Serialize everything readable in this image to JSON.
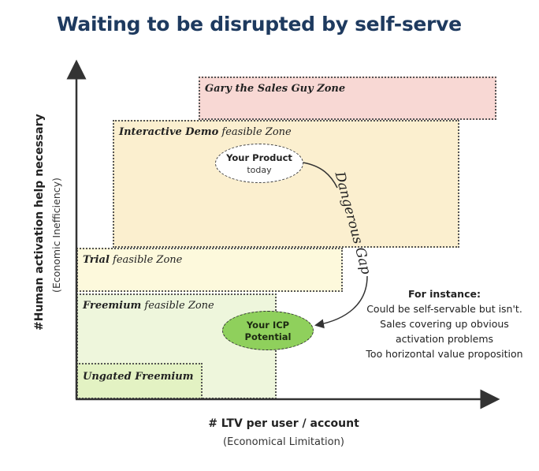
{
  "title": "Waiting to be disrupted by self-serve",
  "zones": {
    "gary": {
      "bold": "Gary the Sales Guy Zone",
      "rest": "",
      "fill": "#f8d8d4"
    },
    "interactive": {
      "bold": "Interactive Demo",
      "rest": " feasible Zone",
      "fill": "#fbefcf"
    },
    "trial": {
      "bold": "Trial",
      "rest": " feasible Zone",
      "fill": "#fdf9dc"
    },
    "freemium": {
      "bold": "Freemium",
      "rest": " feasible Zone",
      "fill": "#eef6dc"
    },
    "ungated": {
      "bold": "Ungated Freemium",
      "rest": "",
      "fill": "#e3f2c3"
    }
  },
  "your_product": {
    "line1": "Your Product",
    "line2": "today"
  },
  "icp": {
    "line1": "Your ICP",
    "line2": "Potential",
    "fill": "#8fd05c"
  },
  "gap_label": "Dangerous Gap",
  "y_axis": {
    "label": "#Human activation help necessary",
    "sublabel": "(Economic Inefficiency)"
  },
  "x_axis": {
    "label": "# LTV per user / account",
    "sublabel": "(Economical Limitation)"
  },
  "note": {
    "heading": "For instance:",
    "lines": [
      "Could be self-servable but isn't.",
      "Sales covering up obvious",
      "activation problems",
      "Too horizontal value proposition"
    ]
  },
  "colors": {
    "title": "#1e3a5f",
    "axis": "#333333",
    "border": "#555555"
  }
}
